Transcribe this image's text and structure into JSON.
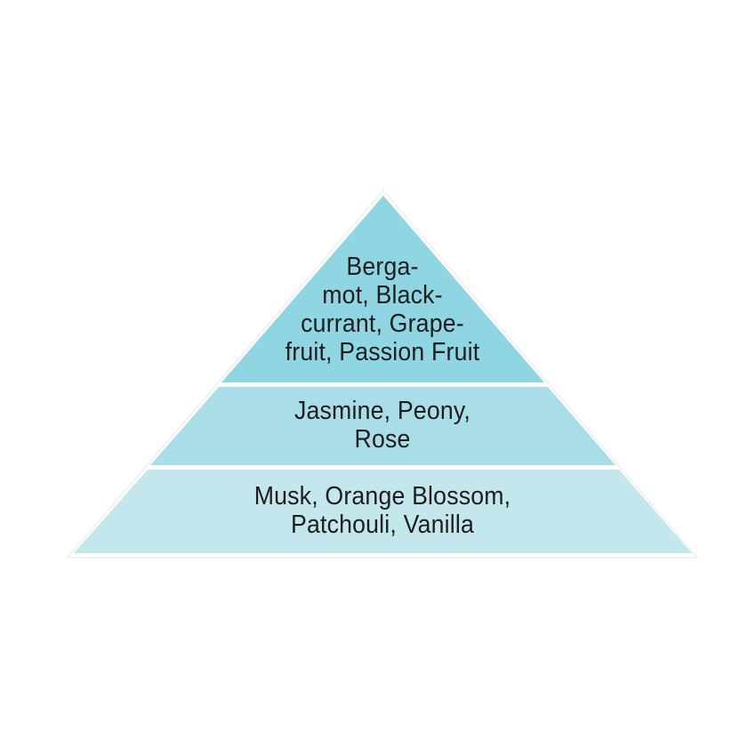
{
  "pyramid": {
    "tiers": [
      {
        "id": "top",
        "lines": [
          "Berga-",
          "mot, Black-",
          "currant, Grape-",
          "fruit, Passion Fruit"
        ],
        "color": "#8fd5e2"
      },
      {
        "id": "middle",
        "lines": [
          "Jasmine, Peony,",
          "Rose"
        ],
        "color": "#a9dee8"
      },
      {
        "id": "base",
        "lines": [
          "Musk, Orange Blossom,",
          "Patchouli, Vanilla"
        ],
        "color": "#c3e7ed"
      }
    ],
    "separator_color": "#ffffff"
  }
}
